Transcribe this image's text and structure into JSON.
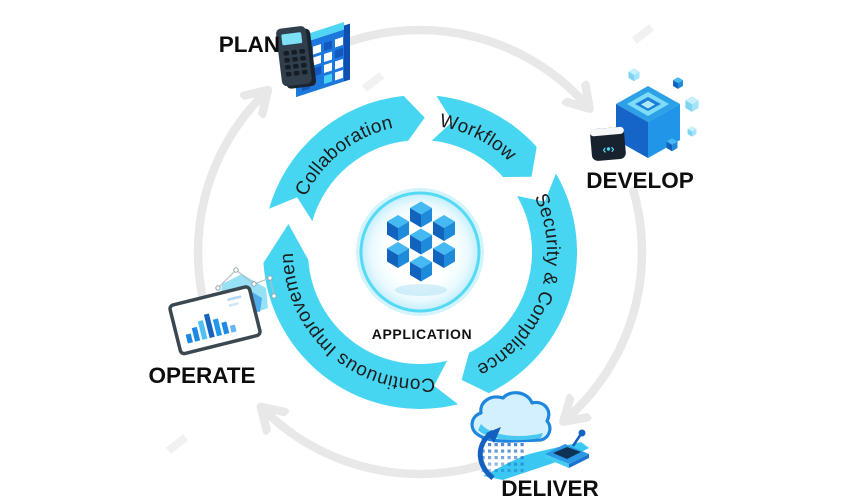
{
  "center": {
    "label": "APPLICATION"
  },
  "ring": {
    "color": "#47d6f2",
    "labels": {
      "collaboration": "Collaboration",
      "workflow": "Workflow",
      "security": "Security & Compliance",
      "improvement": "Continuous Improvement"
    }
  },
  "stages": {
    "plan": {
      "label": "PLAN"
    },
    "develop": {
      "label": "DEVELOP"
    },
    "deliver": {
      "label": "DELIVER"
    },
    "operate": {
      "label": "OPERATE"
    }
  },
  "icons": {
    "plan": "planning-board-and-calculator-icon",
    "develop": "cube-cluster-and-code-badge-icon",
    "deliver": "cloud-deploy-arrow-and-device-icon",
    "operate": "dashboard-tablet-and-area-chart-icon",
    "application": "isometric-cube-cluster-icon",
    "code_badge_glyph": "‹•›"
  },
  "colors": {
    "outer_arrows": "#e8e8e8",
    "ring": "#47d6f2",
    "text_dark": "#1b1b1b",
    "blue_dark": "#1565c0",
    "blue_mid": "#1e88e5",
    "blue_light": "#45b9f2",
    "cyan": "#4fd6f5"
  }
}
